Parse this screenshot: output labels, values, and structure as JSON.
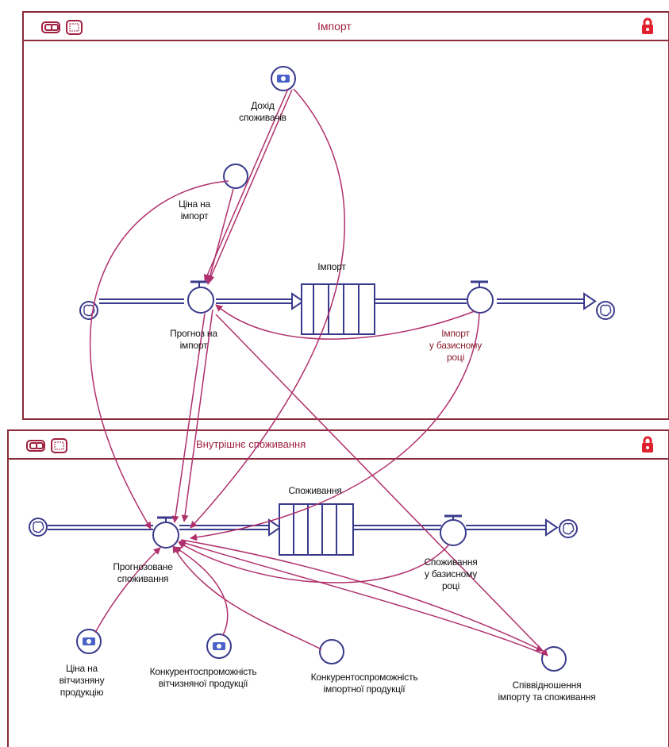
{
  "top_frame": {
    "title": "Імпорт"
  },
  "bottom_frame": {
    "title": "Внутрішнє споживання"
  },
  "nodes": {
    "dohid": "Дохід\nспоживачів",
    "tsina_import": "Ціна на\nімпорт",
    "import_stock": "Імпорт",
    "prognoz_import": "Прогноз на\nімпорт",
    "import_base": "Імпорт\nу базисному\nроці",
    "spozhyvannia_stock": "Споживання",
    "prognoz_spozh": "Прогнозоване\nспоживання",
    "spozh_base": "Споживання\nу базисному\nроці",
    "tsina_vitch": "Ціна на\nвітчизняну\nпродукцію",
    "konk_vitch": "Конкурентоспроможність\nвітчизняної продукції",
    "konk_import": "Конкурентоспроможність\nімпортної продукції",
    "spivvidnoshennia": "Співвідношення\nімпорту та споживання"
  },
  "colors": {
    "frame": "#8c2b3a",
    "flow": "#3a3a8c",
    "link": "#b0306c",
    "title": "#a02040"
  }
}
